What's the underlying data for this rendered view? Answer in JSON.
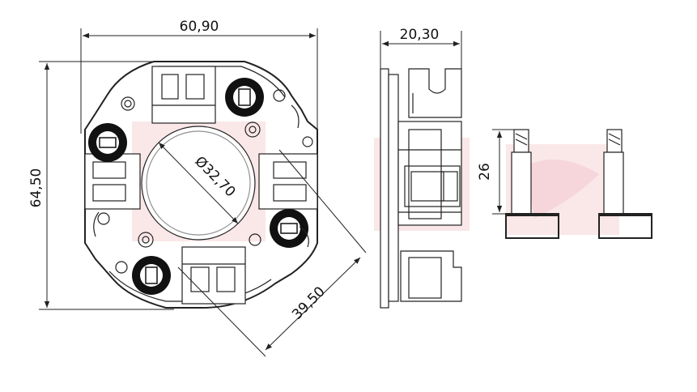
{
  "dimensions": {
    "width": "60,90",
    "height": "64,50",
    "diameter": "Ø32,70",
    "diagonal": "39,50",
    "side_thickness": "20,30",
    "brush_length": "26"
  },
  "colors": {
    "line": "#222222",
    "spring": "#111111",
    "watermark": "#f2c8cc"
  }
}
